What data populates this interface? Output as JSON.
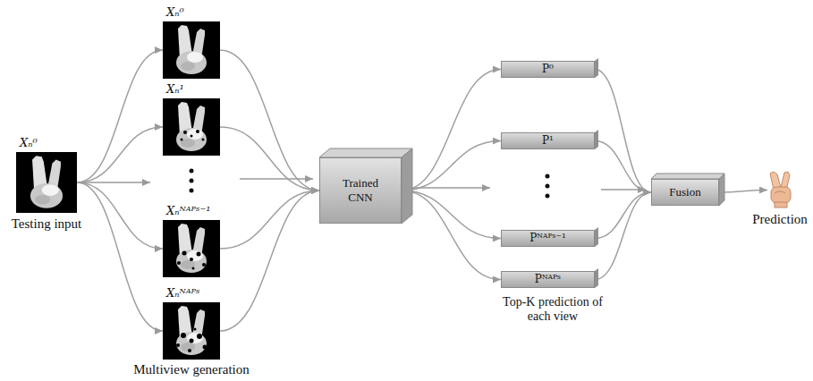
{
  "diagram": {
    "nodes": [
      {
        "text": [
          "Xₙ⁰",
          "Testing input"
        ]
      },
      {
        "text": [
          "Xₙ⁰"
        ]
      },
      {
        "text": [
          "Xₙ¹"
        ]
      },
      {
        "text": [
          "Xₙᴺᴬᴾˢ⁻¹"
        ]
      },
      {
        "text": [
          "Xₙᴺᴬᴾˢ"
        ]
      },
      {
        "text": [
          "Trained CNN"
        ]
      },
      {
        "text": [
          "P⁰"
        ]
      },
      {
        "text": [
          "P¹"
        ]
      },
      {
        "text": [
          "Pᴺᴬᴾˢ⁻¹"
        ]
      },
      {
        "text": [
          "Pᴺᴬᴾˢ"
        ]
      },
      {
        "text": [
          "Fusion"
        ]
      },
      {
        "text": [
          "Prediction"
        ]
      }
    ],
    "edges": [
      {
        "from": 0,
        "to": 1,
        "arrow": "to"
      },
      {
        "from": 0,
        "to": 2,
        "arrow": "to"
      },
      {
        "from": 0,
        "to": 3,
        "arrow": "to"
      },
      {
        "from": 0,
        "to": 4,
        "arrow": "to"
      },
      {
        "from": 1,
        "to": 5,
        "arrow": "to"
      },
      {
        "from": 2,
        "to": 5,
        "arrow": "to"
      },
      {
        "from": 3,
        "to": 5,
        "arrow": "to"
      },
      {
        "from": 4,
        "to": 5,
        "arrow": "to"
      },
      {
        "from": 5,
        "to": 6,
        "arrow": "to"
      },
      {
        "from": 5,
        "to": 7,
        "arrow": "to"
      },
      {
        "from": 5,
        "to": 8,
        "arrow": "to"
      },
      {
        "from": 5,
        "to": 9,
        "arrow": "to"
      },
      {
        "from": 6,
        "to": 10,
        "arrow": "to"
      },
      {
        "from": 7,
        "to": 10,
        "arrow": "to"
      },
      {
        "from": 8,
        "to": 10,
        "arrow": "to"
      },
      {
        "from": 9,
        "to": 10,
        "arrow": "to"
      },
      {
        "from": 10,
        "to": 11,
        "arrow": "to"
      }
    ],
    "labels": [
      "Multiview generation",
      "Top-K prediction of each view"
    ]
  }
}
